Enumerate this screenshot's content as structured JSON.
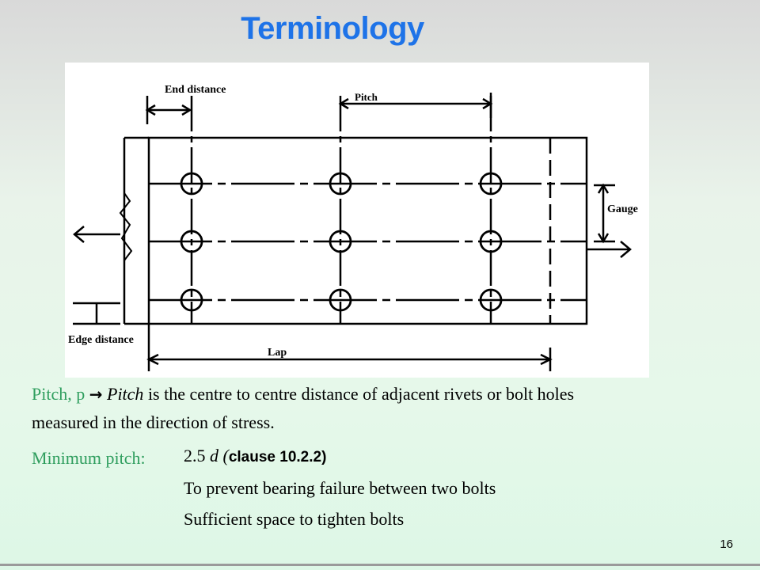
{
  "slide": {
    "title": "Terminology",
    "page_number": "16"
  },
  "diagram": {
    "labels": {
      "end_distance": "End distance",
      "pitch": "Pitch",
      "gauge": "Gauge",
      "edge_distance": "Edge distance",
      "lap": "Lap"
    }
  },
  "definition": {
    "term": "Pitch, p",
    "arrow": "→",
    "term_italic": "Pitch",
    "text_line1": "is the centre to centre distance of adjacent rivets or bolt holes",
    "text_line2": "measured in the direction of stress."
  },
  "minimum_pitch": {
    "label": "Minimum pitch:",
    "value_prefix": "2.5",
    "value_italic": "d (",
    "clause": "clause 10.2.2)",
    "reason1": "To prevent bearing failure between two bolts",
    "reason2": "Sufficient space to tighten bolts"
  },
  "colors": {
    "title": "#1e73e8",
    "label_green": "#2f9e5e"
  }
}
